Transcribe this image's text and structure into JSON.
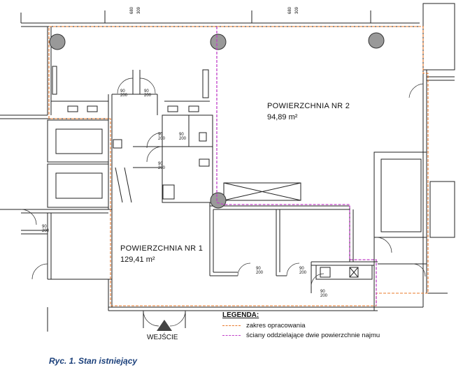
{
  "areas": [
    {
      "title": "POWIERZCHNIA NR 1",
      "value": "129,41 m²"
    },
    {
      "title": "POWIERZCHNIA NR 2",
      "value": "94,89 m²"
    }
  ],
  "door_dims": {
    "a": "90",
    "b": "200"
  },
  "top_dims": [
    "680",
    "309",
    "680",
    "309"
  ],
  "entrance": "WEJŚCIE",
  "legend": {
    "title": "LEGENDA:",
    "items": [
      {
        "label": "zakres opracowania",
        "color": "#e8782a"
      },
      {
        "label": "ściany oddzielające dwie powierzchnie najmu",
        "color": "#c040c8"
      }
    ]
  },
  "caption": "Ryc. 1. Stan istniejący"
}
